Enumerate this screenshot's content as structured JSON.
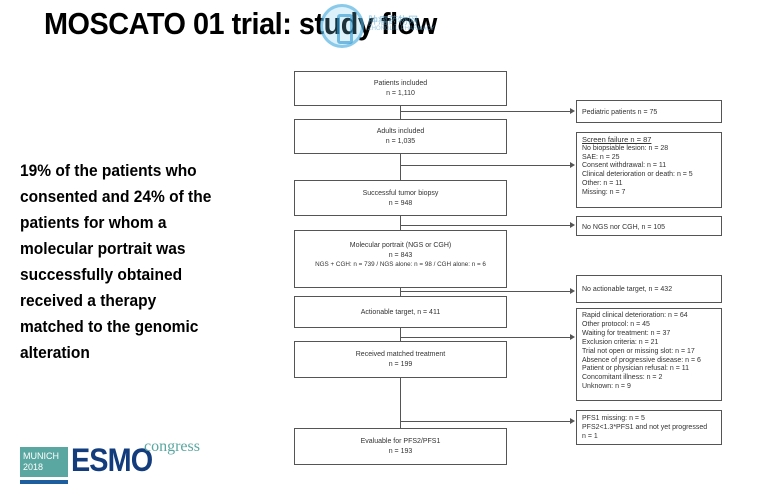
{
  "slide": {
    "title": "MOSCATO 01 trial: study flow",
    "watermark": {
      "text": "肿瘤药物网",
      "sub": "ZHONGLIU PHARMACY"
    },
    "summary_lines": [
      "19% of the patients who",
      "consented and 24% of the",
      "patients for whom a",
      "molecular portrait was",
      "successfully obtained",
      "received a therapy",
      "matched to the genomic",
      "alteration"
    ],
    "logo": {
      "city": "MUNICH",
      "year": "2018",
      "brand": "ESMO",
      "suffix": "congress"
    }
  },
  "flow": {
    "main": [
      {
        "lines": [
          "Patients included",
          "n = 1,110"
        ]
      },
      {
        "lines": [
          "Adults included",
          "n = 1,035"
        ]
      },
      {
        "lines": [
          "Successful tumor biopsy",
          "n = 948"
        ]
      },
      {
        "lines": [
          "Molecular portrait (NGS or CGH)",
          "n = 843",
          "NGS + CGH: n = 739 / NGS alone: n = 98 / CGH alone: n = 6"
        ]
      },
      {
        "lines": [
          "Actionable target, n = 411"
        ]
      },
      {
        "lines": [
          "Received matched treatment",
          "n = 199"
        ]
      },
      {
        "lines": [
          "Evaluable for PFS2/PFS1",
          "n = 193"
        ]
      }
    ],
    "side": [
      {
        "lines": [
          "Pediatric patients n = 75"
        ]
      },
      {
        "heading": "Screen failure n = 87",
        "lines": [
          "No biopsiable lesion: n = 28",
          "SAE: n = 25",
          "Consent withdrawal: n = 11",
          "Clinical deterioration or death: n = 5",
          "Other: n = 11",
          "Missing: n = 7"
        ]
      },
      {
        "lines": [
          "No NGS nor CGH, n = 105"
        ]
      },
      {
        "lines": [
          "No actionable target, n = 432"
        ]
      },
      {
        "lines": [
          "Rapid clinical deterioration: n = 64",
          "Other protocol: n = 45",
          "Waiting for treatment: n = 37",
          "Exclusion criteria: n = 21",
          "Trial not open or missing slot: n = 17",
          "Absence of progressive disease: n = 6",
          "Patient or physician refusal: n = 11",
          "Concomitant illness: n = 2",
          "Unknown: n = 9"
        ]
      },
      {
        "lines": [
          "PFS1 missing: n = 5",
          "PFS2<1.3*PFS1 and not yet progressed",
          "n = 1"
        ]
      }
    ]
  }
}
